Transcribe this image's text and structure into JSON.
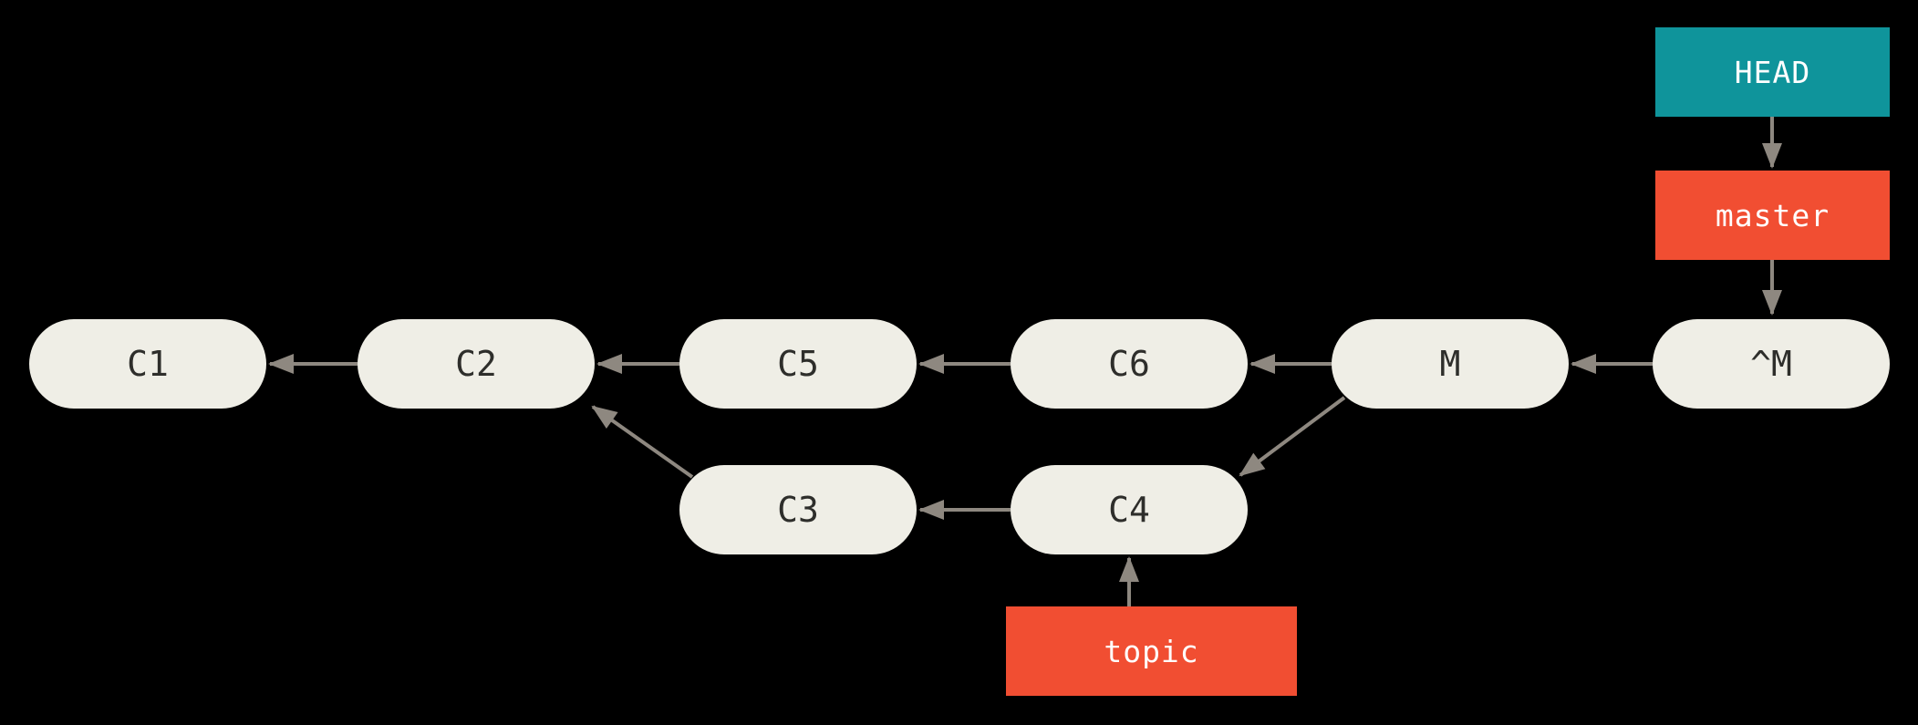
{
  "diagram_type": "git-commit-graph",
  "colors": {
    "bg": "#000000",
    "commit_fill": "#EFEEE6",
    "commit_text": "#2E2E2B",
    "head_fill": "#0F949B",
    "ref_fill": "#F14E32",
    "ref_text": "#FFFFFF",
    "arrow": "#8E8880"
  },
  "nodes": {
    "c1": {
      "label": "C1"
    },
    "c2": {
      "label": "C2"
    },
    "c3": {
      "label": "C3"
    },
    "c4": {
      "label": "C4"
    },
    "c5": {
      "label": "C5"
    },
    "c6": {
      "label": "C6"
    },
    "m": {
      "label": "M"
    },
    "caret_m": {
      "label": "^M"
    }
  },
  "refs": {
    "head": {
      "label": "HEAD"
    },
    "master": {
      "label": "master"
    },
    "topic": {
      "label": "topic"
    }
  },
  "edges": [
    {
      "from": "C2",
      "to": "C1"
    },
    {
      "from": "C5",
      "to": "C2"
    },
    {
      "from": "C6",
      "to": "C5"
    },
    {
      "from": "M",
      "to": "C6"
    },
    {
      "from": "^M",
      "to": "M"
    },
    {
      "from": "C4",
      "to": "C3"
    },
    {
      "from": "C3",
      "to": "C2"
    },
    {
      "from": "M",
      "to": "C4"
    },
    {
      "from": "HEAD",
      "to": "master"
    },
    {
      "from": "master",
      "to": "^M"
    },
    {
      "from": "topic",
      "to": "C4"
    }
  ]
}
